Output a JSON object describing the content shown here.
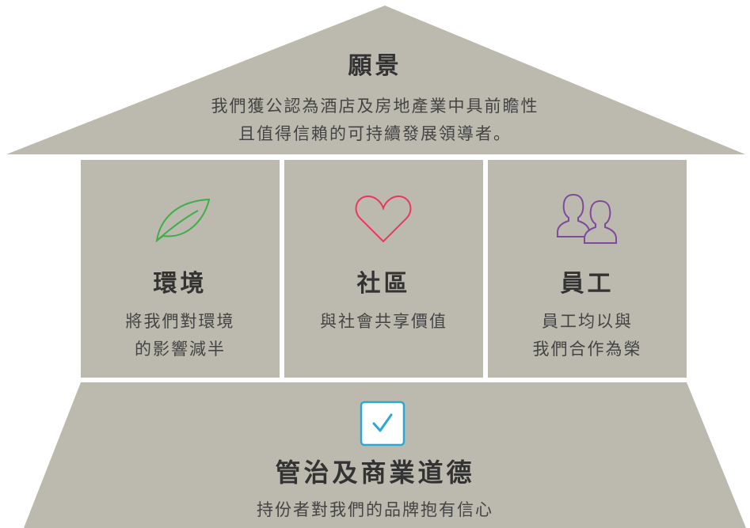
{
  "vision": {
    "title": "願景",
    "line1": "我們獲公認為酒店及房地產業中具前瞻性",
    "line2": "且值得信賴的可持續發展領導者。"
  },
  "pillars": [
    {
      "title": "環境",
      "line1": "將我們對環境",
      "line2": "的影響減半",
      "icon": "leaf-icon",
      "color": "#3fae49"
    },
    {
      "title": "社區",
      "line1": "與社會共享價值",
      "line2": "",
      "icon": "heart-icon",
      "color": "#e8385d"
    },
    {
      "title": "員工",
      "line1": "員工均以與",
      "line2": "我們合作為榮",
      "icon": "people-icon",
      "color": "#7e4a9e"
    }
  ],
  "base": {
    "title": "管治及商業道德",
    "subtitle": "持份者對我們的品牌抱有信心",
    "icon": "checkbox-icon",
    "color": "#2aa8d6"
  },
  "colors": {
    "panel": "#bcbaae"
  }
}
